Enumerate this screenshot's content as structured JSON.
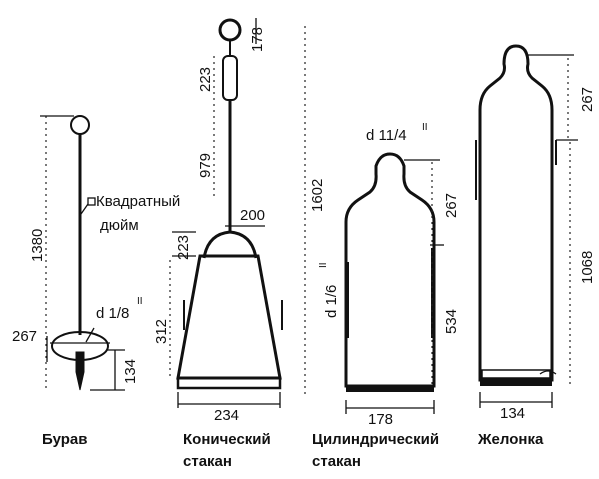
{
  "tools": {
    "burav": {
      "caption": "Бурав",
      "dim_height": "1380",
      "dim_width": "267",
      "dim_bit": "134",
      "dim_diameter": "d 1/8",
      "diameter_mark": "II",
      "note_line1": "Квадратный",
      "note_line2": "дюйм"
    },
    "conical": {
      "caption_line1": "Конический",
      "caption_line2": "стакан",
      "dim_ring": "178",
      "dim_upper_rod": "223",
      "dim_rod": "979",
      "dim_total": "1602",
      "dim_bail_width": "200",
      "dim_bail_height": "223",
      "dim_body": "312",
      "dim_bottom": "234"
    },
    "cylindrical": {
      "caption_line1": "Цилиндрический",
      "caption_line2": "стакан",
      "dim_neck_diameter": "d 11/4",
      "neck_mark": "II",
      "dim_body_diameter": "d 1/6",
      "body_mark": "II",
      "dim_neck": "267",
      "dim_body": "534",
      "dim_bottom": "178"
    },
    "bailer": {
      "caption": "Желонка",
      "dim_neck": "267",
      "dim_body": "1068",
      "dim_bottom": "134"
    }
  }
}
